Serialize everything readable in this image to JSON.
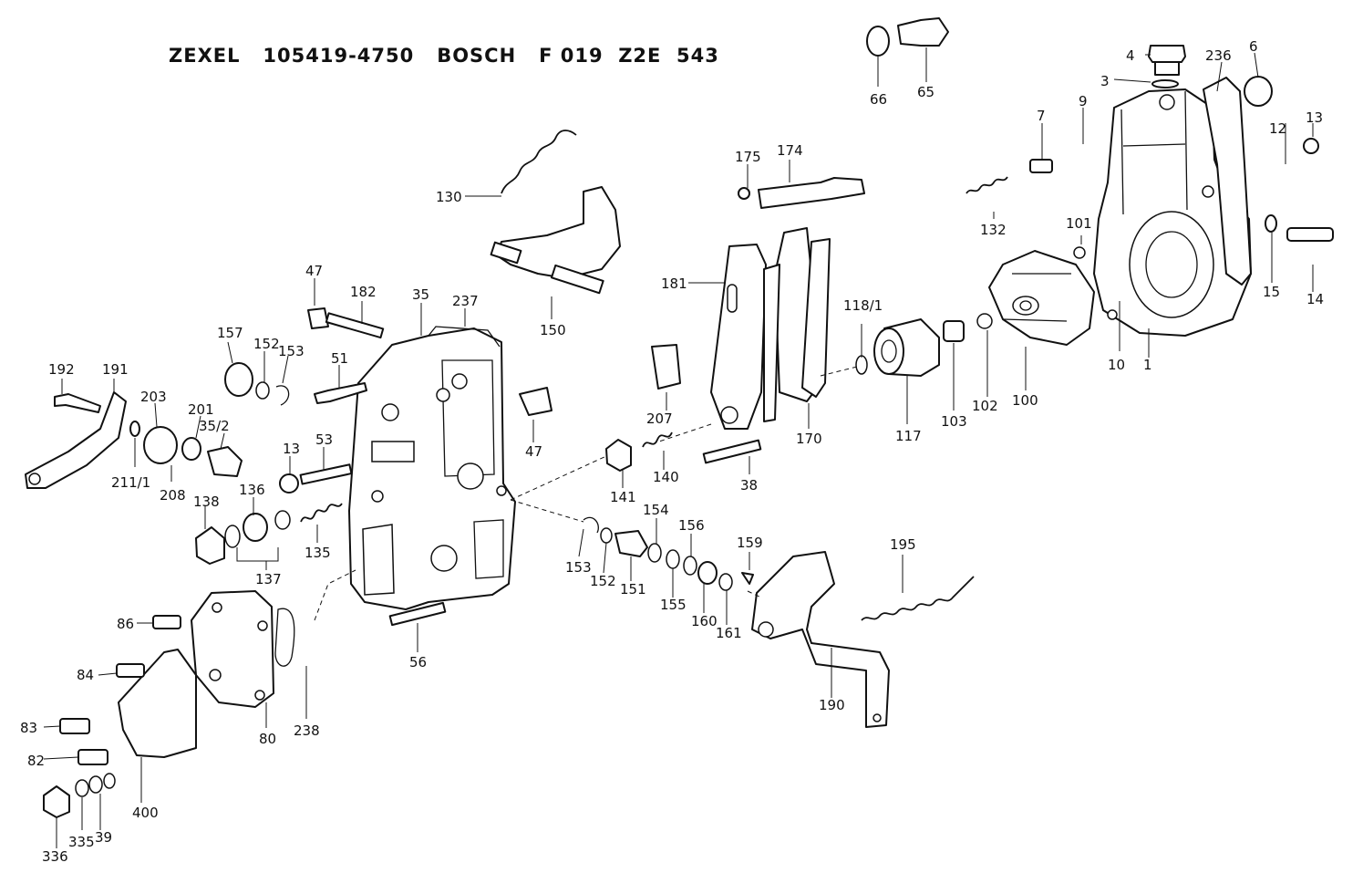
{
  "header": {
    "title": "ZEXEL   105419-4750   BOSCH   F 019  Z2E  543"
  },
  "callouts": [
    "1",
    "3",
    "4",
    "6",
    "7",
    "9",
    "10",
    "12",
    "13",
    "14",
    "15",
    "35",
    "35/2",
    "38",
    "39",
    "47",
    "51",
    "53",
    "56",
    "65",
    "66",
    "80",
    "82",
    "83",
    "84",
    "86",
    "100",
    "101",
    "102",
    "103",
    "117",
    "118/1",
    "130",
    "132",
    "135",
    "136",
    "137",
    "138",
    "140",
    "141",
    "150",
    "151",
    "152",
    "153",
    "154",
    "155",
    "156",
    "157",
    "159",
    "160",
    "161",
    "170",
    "174",
    "175",
    "181",
    "182",
    "190",
    "191",
    "192",
    "195",
    "201",
    "203",
    "207",
    "208",
    "211/1",
    "236",
    "237",
    "238",
    "335",
    "336",
    "400"
  ],
  "colors": {
    "line": "#111111",
    "background": "#ffffff"
  }
}
